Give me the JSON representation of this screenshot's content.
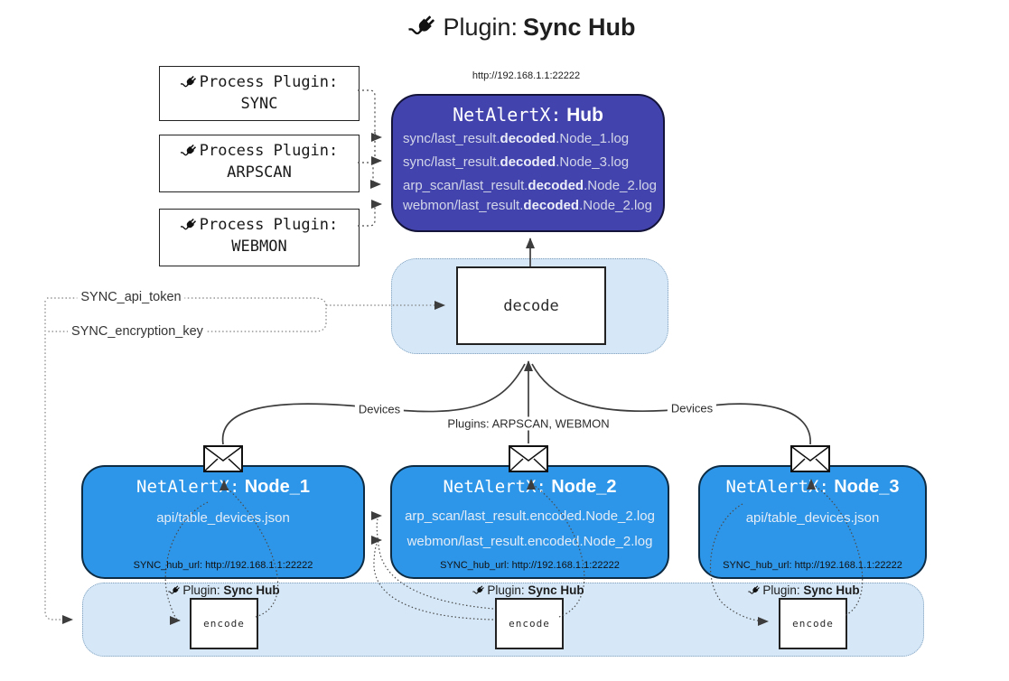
{
  "title": {
    "prefix": "Plugin:",
    "name": "Sync Hub"
  },
  "process_plugins": [
    {
      "label": "Process Plugin:",
      "name": "SYNC"
    },
    {
      "label": "Process Plugin:",
      "name": "ARPSCAN"
    },
    {
      "label": "Process Plugin:",
      "name": "WEBMON"
    }
  ],
  "hub": {
    "url": "http://192.168.1.1:22222",
    "name_prefix": "NetAlertX:",
    "name": "Hub",
    "logs": [
      {
        "pre": "sync/last_result.",
        "bold": "decoded",
        "post": ".Node_1.log"
      },
      {
        "pre": "sync/last_result.",
        "bold": "decoded",
        "post": ".Node_3.log"
      },
      {
        "pre": "arp_scan/last_result.",
        "bold": "decoded",
        "post": ".Node_2.log"
      },
      {
        "pre": "webmon/last_result.",
        "bold": "decoded",
        "post": ".Node_2.log"
      }
    ]
  },
  "decode_box": {
    "label": "decode"
  },
  "config_labels": {
    "api_token": "SYNC_api_token",
    "encryption_key": "SYNC_encryption_key"
  },
  "edge_labels": {
    "devices_left": "Devices",
    "plugins_middle": "Plugins: ARPSCAN, WEBMON",
    "devices_right": "Devices"
  },
  "nodes": [
    {
      "name_prefix": "NetAlertX:",
      "name": "Node_1",
      "files": [
        "api/table_devices.json"
      ],
      "hub_url": "SYNC_hub_url: http://192.168.1.1:22222"
    },
    {
      "name_prefix": "NetAlertX:",
      "name": "Node_2",
      "files": [
        "arp_scan/last_result.encoded.Node_2.log",
        "webmon/last_result.encoded.Node_2.log"
      ],
      "hub_url": "SYNC_hub_url: http://192.168.1.1:22222"
    },
    {
      "name_prefix": "NetAlertX:",
      "name": "Node_3",
      "files": [
        "api/table_devices.json"
      ],
      "hub_url": "SYNC_hub_url: http://192.168.1.1:22222"
    }
  ],
  "encode_strip": {
    "plugin_prefix": "Plugin:",
    "plugin_name": "Sync Hub",
    "encode_label": "encode"
  },
  "colors": {
    "hub_bg": "#4343AE",
    "node_bg": "#2E96E8",
    "panel_bg": "#D6E8F8",
    "hub_text": "#D2D6E8"
  }
}
